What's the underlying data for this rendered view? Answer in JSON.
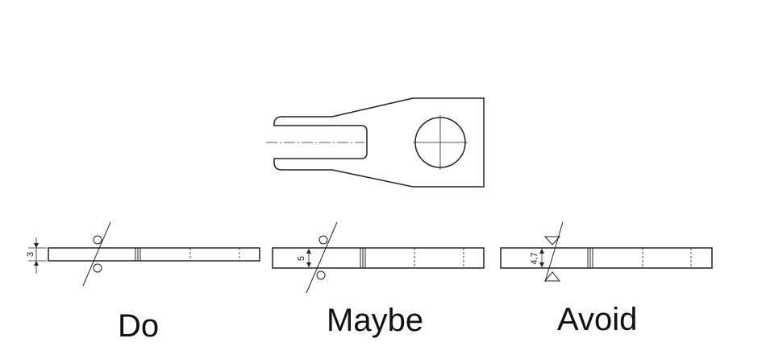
{
  "drawing": {
    "line_color": "#222222",
    "panels": [
      {
        "caption": "Do",
        "dimension_label": "3",
        "weld_symbol": "circle-icon"
      },
      {
        "caption": "Maybe",
        "dimension_label": "5",
        "weld_symbol": "circle-icon"
      },
      {
        "caption": "Avoid",
        "dimension_label": "4,7",
        "weld_symbol": "triangle-icon"
      }
    ]
  }
}
